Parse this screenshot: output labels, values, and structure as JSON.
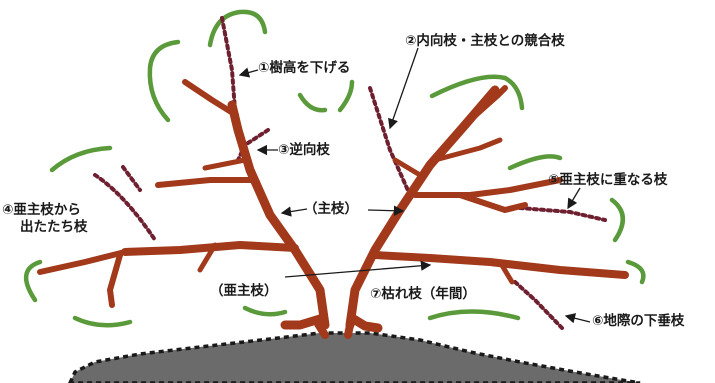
{
  "colors": {
    "branch": "#a2391b",
    "cut_branch": "#6e2030",
    "foliage": "#5a9a3a",
    "ground": "#6b6b6b",
    "ground_outline": "#1a1a1a",
    "text": "#1a1a1a"
  },
  "labels": {
    "lower_height": "①樹高を下げる",
    "inward_branch": "②内向枝・主枝との競合枝",
    "reverse_branch": "③逆向枝",
    "water_sprout": [
      "④亜主枝から",
      "出たたち枝"
    ],
    "overlap_branch": "⑤亜主枝に重なる枝",
    "droop_branch": "⑥地際の下垂枝",
    "main_branch": "（主枝）",
    "sub_main_branch": "（亜主枝）",
    "dead_branch": "⑦枯れ枝（年間）"
  }
}
